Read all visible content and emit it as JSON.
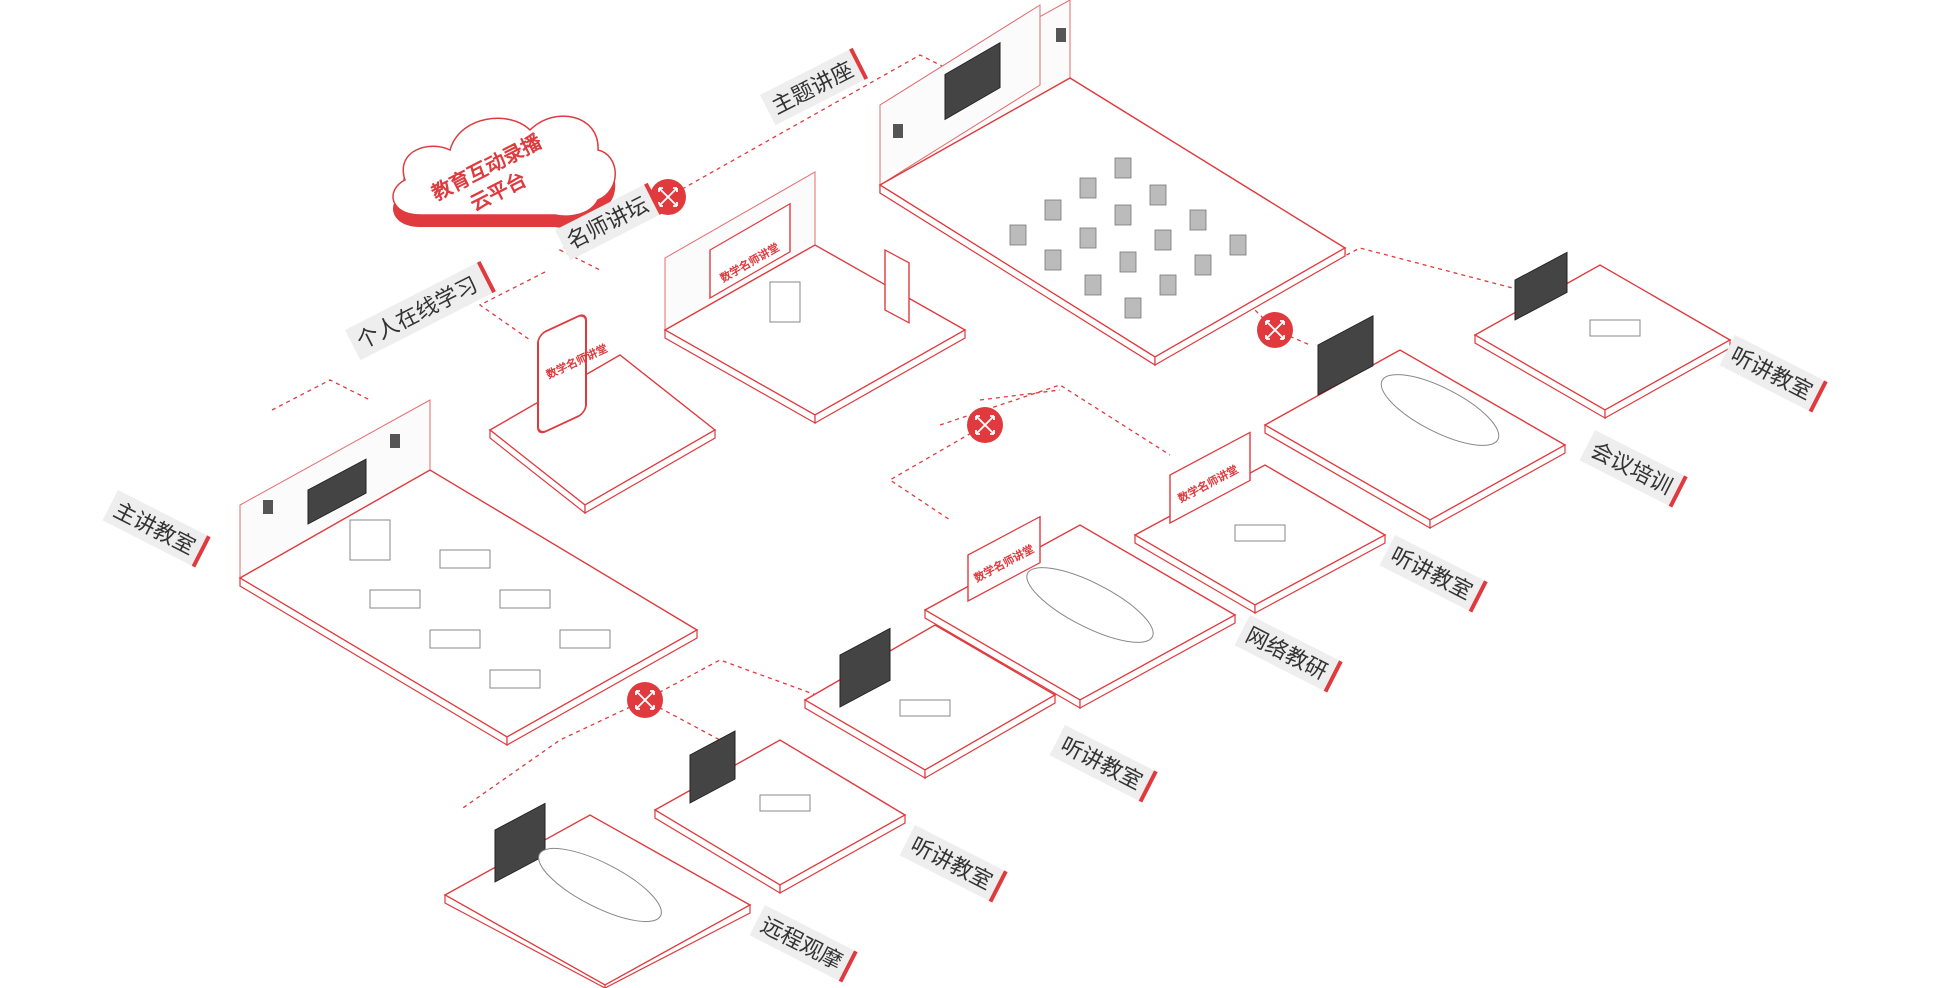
{
  "cloud": {
    "line1": "教育互动录播",
    "line2": "云平台"
  },
  "labels": {
    "theme_lecture": "主题讲座",
    "famous_teacher_forum": "名师讲坛",
    "personal_online_learning": "个人在线学习",
    "main_classroom": "主讲教室",
    "listening_classroom_1": "听讲教室",
    "meeting_training": "会议培训",
    "listening_classroom_2": "听讲教室",
    "network_research": "网络教研",
    "listening_classroom_3": "听讲教室",
    "listening_classroom_4": "听讲教室",
    "remote_observation": "远程观摩"
  },
  "boards": {
    "forum_board": "数学名师讲堂",
    "phone_screen": "数学名师讲堂",
    "listen_board": "数学名师讲堂",
    "research_board": "数学名师讲堂"
  },
  "colors": {
    "accent": "#e03a3e",
    "tag": "#eeeeee",
    "text": "#333333"
  },
  "hub_icon": "four-way-arrows-icon"
}
